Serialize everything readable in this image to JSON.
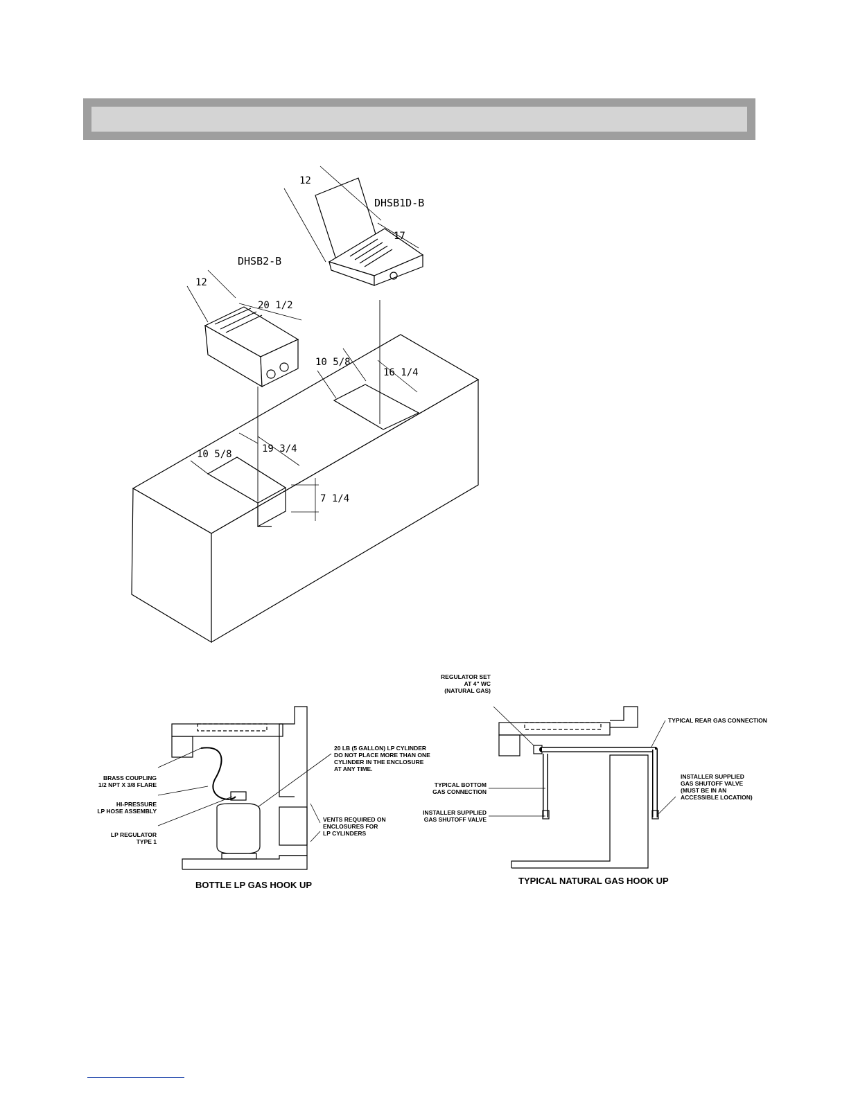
{
  "models": {
    "single_burner": "DHSB1D-B",
    "double_burner": "DHSB2-B"
  },
  "dimensions": {
    "sb1_depth": "12",
    "sb1_width": "17",
    "sb2_depth": "12",
    "sb2_width": "20 1/2",
    "cutout1_depth": "10 5/8",
    "cutout1_width": "16 1/4",
    "cutout2_depth": "10 5/8",
    "cutout2_width": "19 3/4",
    "cutout2_height": "7 1/4"
  },
  "lp_hookup": {
    "caption": "BOTTLE LP GAS HOOK UP",
    "brass_coupling": [
      "BRASS COUPLING",
      "1/2 NPT X 3/8 FLARE"
    ],
    "hose": [
      "HI-PRESSURE",
      "LP HOSE ASSEMBLY"
    ],
    "regulator": [
      "LP REGULATOR",
      "TYPE 1"
    ],
    "cylinder": [
      "20 LB (5 GALLON) LP CYLINDER",
      "DO NOT PLACE MORE THAN ONE",
      "CYLINDER IN THE ENCLOSURE",
      "AT ANY TIME."
    ],
    "vents": [
      "VENTS REQUIRED ON",
      "ENCLOSURES FOR",
      "LP CYLINDERS"
    ]
  },
  "ng_hookup": {
    "caption": "TYPICAL NATURAL GAS HOOK UP",
    "regulator": [
      "REGULATOR SET",
      "AT 4\" WC",
      "(NATURAL GAS)"
    ],
    "rear": "TYPICAL REAR GAS CONNECTION",
    "bottom": [
      "TYPICAL BOTTOM",
      "GAS CONNECTION"
    ],
    "valve_left": [
      "INSTALLER SUPPLIED",
      "GAS SHUTOFF VALVE"
    ],
    "valve_right": [
      "INSTALLER SUPPLIED",
      "GAS SHUTOFF VALVE",
      "(MUST BE IN AN",
      "ACCESSIBLE LOCATION)"
    ]
  }
}
